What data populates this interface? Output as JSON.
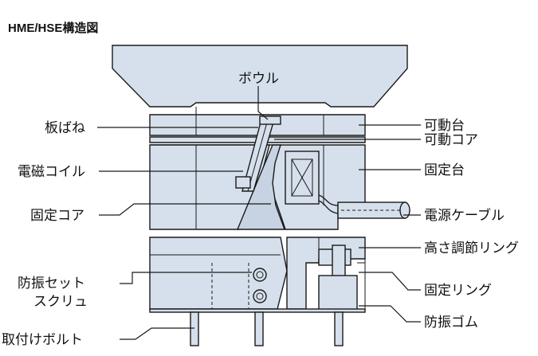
{
  "title": "HME/HSE構造図",
  "labels": {
    "bowl": "ボウル",
    "leaf_spring": "板ばね",
    "electromagnetic_coil": "電磁コイル",
    "fixed_core": "固定コア",
    "anti_vibration_set_screw_line1": "防振セット",
    "anti_vibration_set_screw_line2": "スクリュ",
    "mounting_bolt": "取付けボルト",
    "movable_base": "可動台",
    "movable_core": "可動コア",
    "fixed_base": "固定台",
    "power_cable": "電源ケーブル",
    "height_adjusting_ring": "高さ調節リング",
    "fixed_ring": "固定リング",
    "anti_vibration_rubber": "防振ゴム"
  },
  "colors": {
    "part_fill": "#d6e0ec",
    "outline": "#1a1a1a",
    "background": "#ffffff"
  }
}
